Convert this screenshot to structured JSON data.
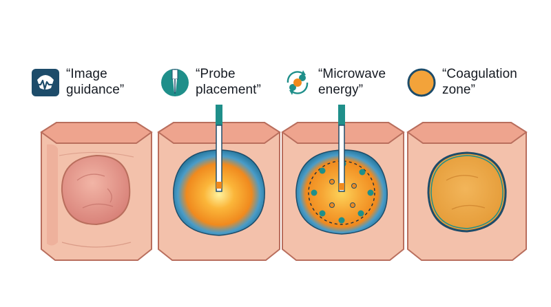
{
  "steps": [
    {
      "line1": "“Image",
      "line2": "guidance”",
      "icon": "ultrasound-monitor-icon"
    },
    {
      "line1": "“Probe",
      "line2": "placement”",
      "icon": "probe-needle-icon"
    },
    {
      "line1": "“Microwave",
      "line2": "energy”",
      "icon": "energy-cycle-icon"
    },
    {
      "line1": "“Coagulation",
      "line2": "zone”",
      "icon": "coagulation-dot-icon"
    }
  ],
  "colors": {
    "tissue_fill": "#f4c2ac",
    "tissue_top": "#eea48e",
    "tissue_outline": "#b96e5d",
    "tumor": "#e79a8d",
    "teal": "#1f8f8a",
    "navy": "#1d4c6a",
    "blue_ring": "#4a9cc8",
    "orange": "#f08a1e",
    "coagulated": "#eaa23f"
  }
}
